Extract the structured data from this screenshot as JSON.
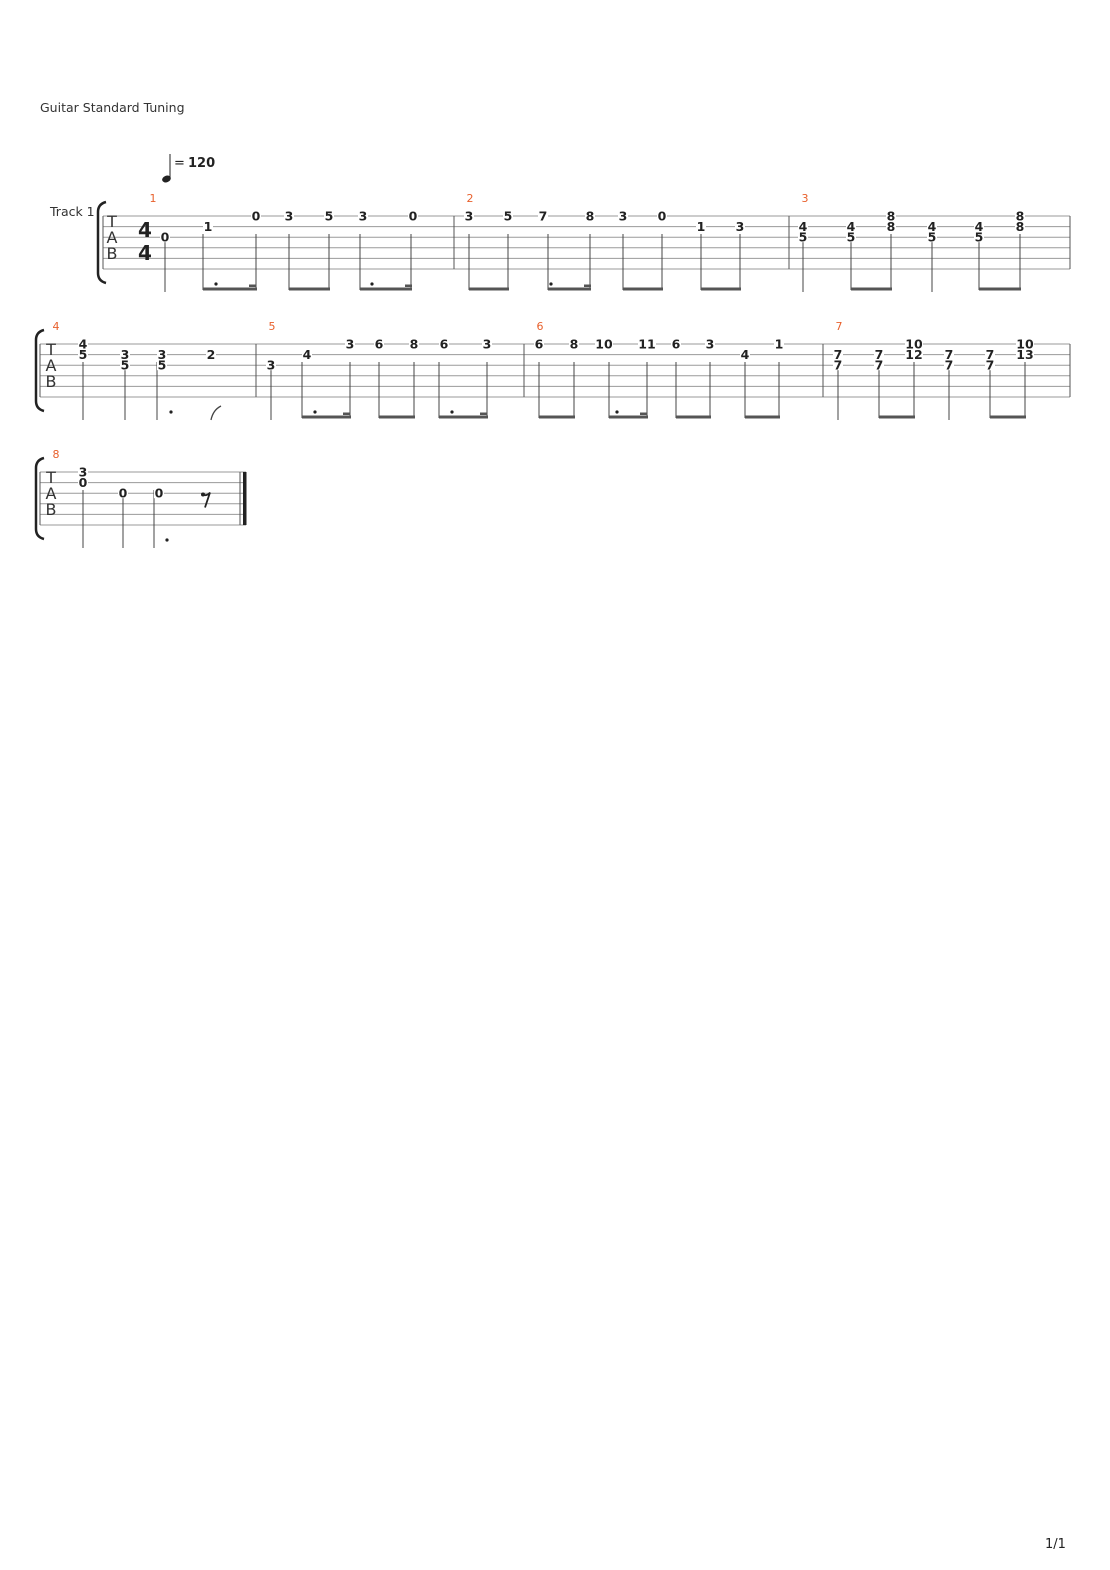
{
  "header": {
    "tuning": "Guitar Standard Tuning",
    "track_name": "Track 1"
  },
  "tempo": {
    "equals": "=",
    "bpm": "120"
  },
  "time_signature": {
    "numerator": "4",
    "denominator": "4"
  },
  "clef_letters": [
    "T",
    "A",
    "B"
  ],
  "page_number": "1/1",
  "colors": {
    "measure_number": "#e8602c",
    "ink": "#222222",
    "staff_line": "#9a9a9a"
  },
  "systems": [
    {
      "measures": [
        {
          "number": "1",
          "beats": [
            {
              "notes": [
                {
                  "s": 3,
                  "f": "0"
                }
              ]
            },
            {
              "notes": [
                {
                  "s": 2,
                  "f": "1"
                }
              ]
            },
            {
              "notes": [
                {
                  "s": 1,
                  "f": "0"
                }
              ]
            },
            {
              "notes": [
                {
                  "s": 1,
                  "f": "3"
                }
              ]
            },
            {
              "notes": [
                {
                  "s": 1,
                  "f": "5"
                }
              ]
            },
            {
              "notes": [
                {
                  "s": 1,
                  "f": "3"
                }
              ]
            },
            {
              "notes": [
                {
                  "s": 1,
                  "f": "0"
                }
              ]
            }
          ]
        },
        {
          "number": "2",
          "beats": [
            {
              "notes": [
                {
                  "s": 1,
                  "f": "3"
                }
              ]
            },
            {
              "notes": [
                {
                  "s": 1,
                  "f": "5"
                }
              ]
            },
            {
              "notes": [
                {
                  "s": 1,
                  "f": "7"
                }
              ]
            },
            {
              "notes": [
                {
                  "s": 1,
                  "f": "8"
                }
              ]
            },
            {
              "notes": [
                {
                  "s": 1,
                  "f": "3"
                }
              ]
            },
            {
              "notes": [
                {
                  "s": 1,
                  "f": "0"
                }
              ]
            },
            {
              "notes": [
                {
                  "s": 2,
                  "f": "1"
                }
              ]
            },
            {
              "notes": [
                {
                  "s": 2,
                  "f": "3"
                }
              ]
            }
          ]
        },
        {
          "number": "3",
          "beats": [
            {
              "notes": [
                {
                  "s": 2,
                  "f": "4"
                },
                {
                  "s": 3,
                  "f": "5"
                }
              ]
            },
            {
              "notes": [
                {
                  "s": 2,
                  "f": "4"
                },
                {
                  "s": 3,
                  "f": "5"
                }
              ]
            },
            {
              "notes": [
                {
                  "s": 1,
                  "f": "8"
                },
                {
                  "s": 2,
                  "f": "8"
                }
              ]
            },
            {
              "notes": [
                {
                  "s": 2,
                  "f": "4"
                },
                {
                  "s": 3,
                  "f": "5"
                }
              ]
            },
            {
              "notes": [
                {
                  "s": 2,
                  "f": "4"
                },
                {
                  "s": 3,
                  "f": "5"
                }
              ]
            },
            {
              "notes": [
                {
                  "s": 1,
                  "f": "8"
                },
                {
                  "s": 2,
                  "f": "8"
                }
              ]
            }
          ]
        }
      ]
    },
    {
      "measures": [
        {
          "number": "4",
          "beats": [
            {
              "notes": [
                {
                  "s": 1,
                  "f": "4"
                },
                {
                  "s": 2,
                  "f": "5"
                }
              ]
            },
            {
              "notes": [
                {
                  "s": 2,
                  "f": "3"
                },
                {
                  "s": 3,
                  "f": "5"
                }
              ]
            },
            {
              "notes": [
                {
                  "s": 2,
                  "f": "3"
                },
                {
                  "s": 3,
                  "f": "5"
                }
              ]
            },
            {
              "notes": [
                {
                  "s": 2,
                  "f": "2"
                }
              ]
            }
          ]
        },
        {
          "number": "5",
          "beats": [
            {
              "notes": [
                {
                  "s": 3,
                  "f": "3"
                }
              ]
            },
            {
              "notes": [
                {
                  "s": 2,
                  "f": "4"
                }
              ]
            },
            {
              "notes": [
                {
                  "s": 1,
                  "f": "3"
                }
              ]
            },
            {
              "notes": [
                {
                  "s": 1,
                  "f": "6"
                }
              ]
            },
            {
              "notes": [
                {
                  "s": 1,
                  "f": "8"
                }
              ]
            },
            {
              "notes": [
                {
                  "s": 1,
                  "f": "6"
                }
              ]
            },
            {
              "notes": [
                {
                  "s": 1,
                  "f": "3"
                }
              ]
            }
          ]
        },
        {
          "number": "6",
          "beats": [
            {
              "notes": [
                {
                  "s": 1,
                  "f": "6"
                }
              ]
            },
            {
              "notes": [
                {
                  "s": 1,
                  "f": "8"
                }
              ]
            },
            {
              "notes": [
                {
                  "s": 1,
                  "f": "10"
                }
              ]
            },
            {
              "notes": [
                {
                  "s": 1,
                  "f": "11"
                }
              ]
            },
            {
              "notes": [
                {
                  "s": 1,
                  "f": "6"
                }
              ]
            },
            {
              "notes": [
                {
                  "s": 1,
                  "f": "3"
                }
              ]
            },
            {
              "notes": [
                {
                  "s": 2,
                  "f": "4"
                }
              ]
            },
            {
              "notes": [
                {
                  "s": 1,
                  "f": "1"
                }
              ]
            }
          ]
        },
        {
          "number": "7",
          "beats": [
            {
              "notes": [
                {
                  "s": 2,
                  "f": "7"
                },
                {
                  "s": 3,
                  "f": "7"
                }
              ]
            },
            {
              "notes": [
                {
                  "s": 2,
                  "f": "7"
                },
                {
                  "s": 3,
                  "f": "7"
                }
              ]
            },
            {
              "notes": [
                {
                  "s": 1,
                  "f": "10"
                },
                {
                  "s": 2,
                  "f": "12"
                }
              ]
            },
            {
              "notes": [
                {
                  "s": 2,
                  "f": "7"
                },
                {
                  "s": 3,
                  "f": "7"
                }
              ]
            },
            {
              "notes": [
                {
                  "s": 2,
                  "f": "7"
                },
                {
                  "s": 3,
                  "f": "7"
                }
              ]
            },
            {
              "notes": [
                {
                  "s": 1,
                  "f": "10"
                },
                {
                  "s": 2,
                  "f": "13"
                }
              ]
            }
          ]
        }
      ]
    },
    {
      "measures": [
        {
          "number": "8",
          "beats": [
            {
              "notes": [
                {
                  "s": 1,
                  "f": "3"
                },
                {
                  "s": 2,
                  "f": "0"
                }
              ]
            },
            {
              "notes": [
                {
                  "s": 3,
                  "f": "0"
                }
              ]
            },
            {
              "notes": [
                {
                  "s": 3,
                  "f": "0"
                }
              ]
            },
            {
              "notes": [],
              "rest": "eighth"
            }
          ]
        }
      ]
    }
  ]
}
